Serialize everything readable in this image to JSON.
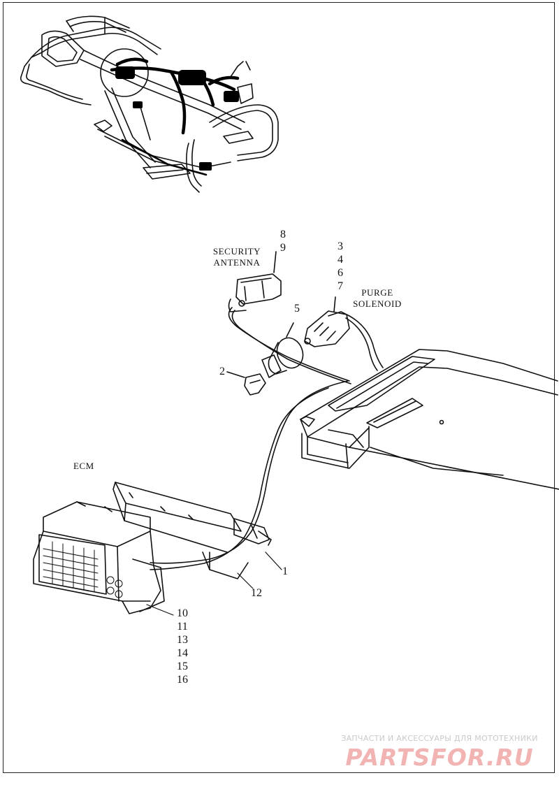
{
  "labels": {
    "security_antenna_line1": "SECURITY",
    "security_antenna_line2": "ANTENNA",
    "purge_solenoid_line1": "PURGE",
    "purge_solenoid_line2": "SOLENOID",
    "ecm": "ECM"
  },
  "callouts": {
    "antenna": [
      "8",
      "9"
    ],
    "purge": [
      "3",
      "4",
      "6",
      "7"
    ],
    "c5": "5",
    "c2": "2",
    "c1": "1",
    "c12": "12",
    "ecm": [
      "10",
      "11",
      "13",
      "14",
      "15",
      "16"
    ]
  },
  "watermark": {
    "top": "ЗАПЧАСТИ И АКСЕССУАРЫ ДЛЯ МОТОТЕХНИКИ",
    "logo": "PARTSFOR.RU"
  },
  "colors": {
    "line": "#111111",
    "watermark_red": "#f2b3b3",
    "watermark_grey": "#c9c9c9"
  }
}
